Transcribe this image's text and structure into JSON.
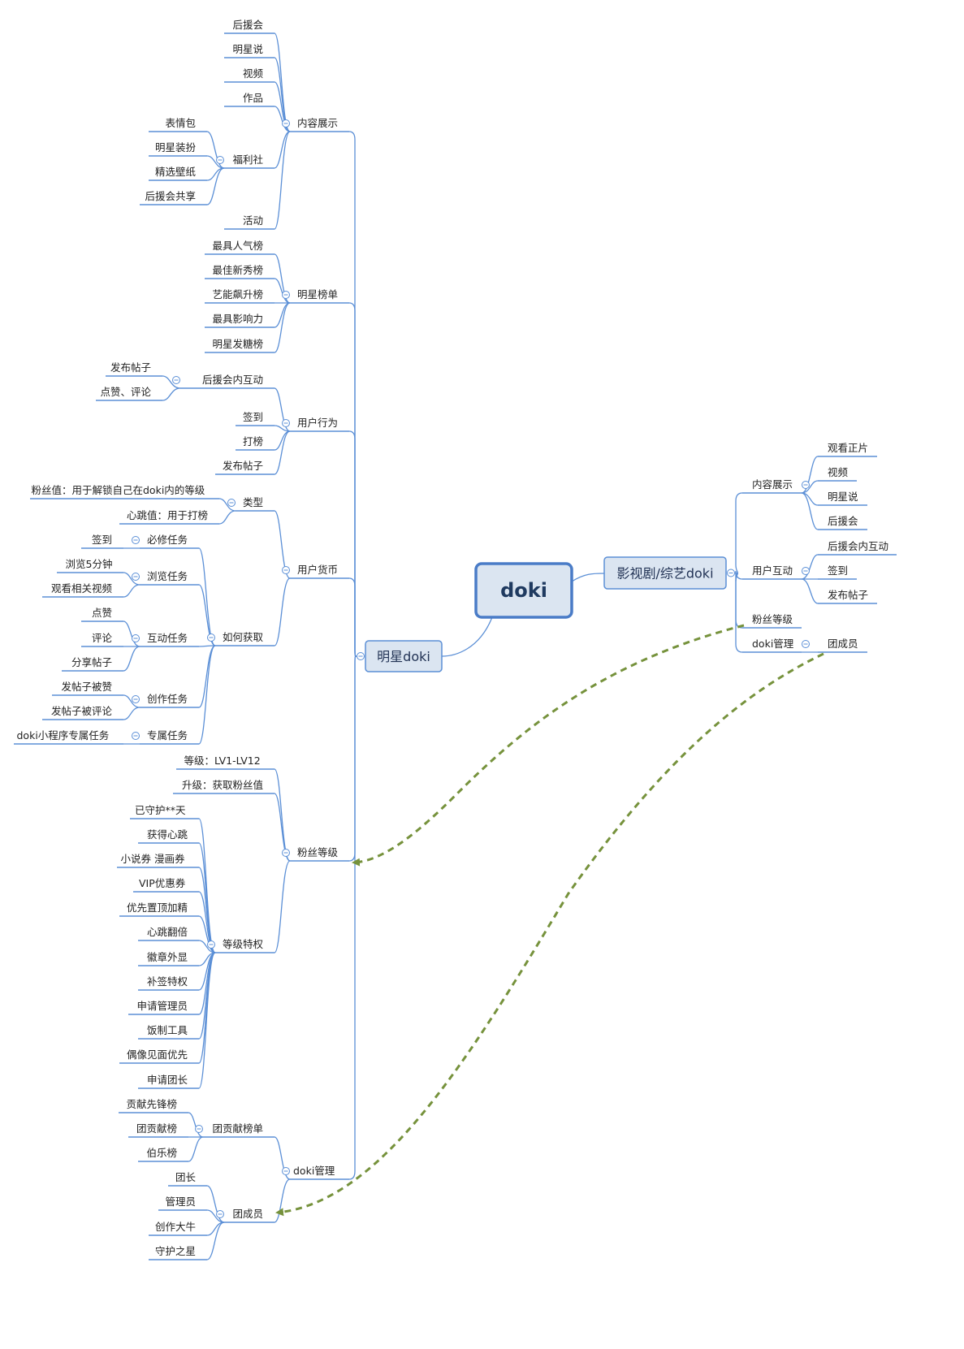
{
  "root": "doki",
  "colors": {
    "line": "#5b8fd6",
    "relation": "#76923c",
    "main_fill": "#dbe5f1",
    "main_border": "#5b8fd6",
    "root_fill": "#dbe5f1",
    "root_border": "#4a7cc7"
  },
  "branches": {
    "star": {
      "label": "明星doki",
      "children": [
        {
          "label": "内容展示",
          "children": [
            {
              "label": "后援会"
            },
            {
              "label": "明星说"
            },
            {
              "label": "视频"
            },
            {
              "label": "作品"
            },
            {
              "label": "福利社",
              "children": [
                {
                  "label": "表情包"
                },
                {
                  "label": "明星装扮"
                },
                {
                  "label": "精选壁纸"
                },
                {
                  "label": "后援会共享"
                }
              ]
            },
            {
              "label": "活动"
            }
          ]
        },
        {
          "label": "明星榜单",
          "children": [
            {
              "label": "最具人气榜"
            },
            {
              "label": "最佳新秀榜"
            },
            {
              "label": "艺能飙升榜"
            },
            {
              "label": "最具影响力"
            },
            {
              "label": "明星发糖榜"
            }
          ]
        },
        {
          "label": "用户行为",
          "children": [
            {
              "label": "后援会内互动",
              "children": [
                {
                  "label": "发布帖子"
                },
                {
                  "label": "点赞、评论"
                }
              ]
            },
            {
              "label": "签到"
            },
            {
              "label": "打榜"
            },
            {
              "label": "发布帖子"
            }
          ]
        },
        {
          "label": "用户货币",
          "children": [
            {
              "label": "类型",
              "children": [
                {
                  "label": "粉丝值：用于解锁自己在doki内的等级"
                },
                {
                  "label": "心跳值：用于打榜"
                }
              ]
            },
            {
              "label": "如何获取",
              "children": [
                {
                  "label": "必修任务",
                  "children": [
                    {
                      "label": "签到"
                    }
                  ]
                },
                {
                  "label": "浏览任务",
                  "children": [
                    {
                      "label": "浏览5分钟"
                    },
                    {
                      "label": "观看相关视频"
                    }
                  ]
                },
                {
                  "label": "互动任务",
                  "children": [
                    {
                      "label": "点赞"
                    },
                    {
                      "label": "评论"
                    },
                    {
                      "label": "分享帖子"
                    }
                  ]
                },
                {
                  "label": "创作任务",
                  "children": [
                    {
                      "label": "发帖子被赞"
                    },
                    {
                      "label": "发帖子被评论"
                    }
                  ]
                },
                {
                  "label": "专属任务",
                  "children": [
                    {
                      "label": "doki小程序专属任务"
                    }
                  ]
                }
              ]
            }
          ]
        },
        {
          "label": "粉丝等级",
          "children": [
            {
              "label": "等级：LV1-LV12"
            },
            {
              "label": "升级：获取粉丝值"
            },
            {
              "label": "等级特权",
              "children": [
                {
                  "label": "已守护**天"
                },
                {
                  "label": "获得心跳"
                },
                {
                  "label": "小说券 漫画券"
                },
                {
                  "label": "VIP优惠券"
                },
                {
                  "label": "优先置顶加精"
                },
                {
                  "label": "心跳翻倍"
                },
                {
                  "label": "徽章外显"
                },
                {
                  "label": "补签特权"
                },
                {
                  "label": "申请管理员"
                },
                {
                  "label": "饭制工具"
                },
                {
                  "label": "偶像见面优先"
                },
                {
                  "label": "申请团长"
                }
              ]
            }
          ]
        },
        {
          "label": "doki管理",
          "children": [
            {
              "label": "团贡献榜单",
              "children": [
                {
                  "label": "贡献先锋榜"
                },
                {
                  "label": "团贡献榜"
                },
                {
                  "label": "伯乐榜"
                }
              ]
            },
            {
              "label": "团成员",
              "children": [
                {
                  "label": "团长"
                },
                {
                  "label": "管理员"
                },
                {
                  "label": "创作大牛"
                },
                {
                  "label": "守护之星"
                }
              ]
            }
          ]
        }
      ]
    },
    "variety": {
      "label": "影视剧/综艺doki",
      "children": [
        {
          "label": "内容展示",
          "children": [
            {
              "label": "观看正片"
            },
            {
              "label": "视频"
            },
            {
              "label": "明星说"
            },
            {
              "label": "后援会"
            }
          ]
        },
        {
          "label": "用户互动",
          "children": [
            {
              "label": "后援会内互动"
            },
            {
              "label": "签到"
            },
            {
              "label": "发布帖子"
            }
          ]
        },
        {
          "label": "粉丝等级"
        },
        {
          "label": "doki管理",
          "children": [
            {
              "label": "团成员"
            }
          ]
        }
      ]
    }
  }
}
